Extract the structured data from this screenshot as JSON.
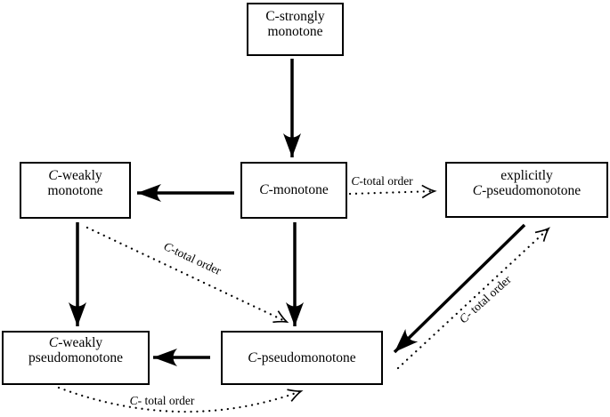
{
  "diagram": {
    "colors": {
      "ink": "#000000",
      "background": "#ffffff"
    },
    "nodes": {
      "strongly": {
        "line1": "C-strongly",
        "line2": "monotone"
      },
      "weakly_mono": {
        "c": "C",
        "rest": "-weakly",
        "line2": "monotone"
      },
      "monotone": {
        "c": "C",
        "rest": "-monotone"
      },
      "explicit": {
        "line1": "explicitly",
        "c": "C",
        "rest": "-pseudomonotone"
      },
      "weakly_pseudo": {
        "c": "C",
        "rest": "-weakly",
        "line2": "pseudomonotone"
      },
      "pseudo": {
        "c": "C",
        "rest": "-pseudomonotone"
      }
    },
    "labels": {
      "l1": {
        "c": "C",
        "rest": "-total order"
      },
      "l2": {
        "c": "C",
        "rest": "-total order"
      },
      "l3": {
        "c": "C",
        "rest": "- total order"
      },
      "l4": {
        "c": "C",
        "rest": "- total order"
      }
    },
    "edges": [
      {
        "from": "C-strongly monotone",
        "to": "C-monotone",
        "style": "solid"
      },
      {
        "from": "C-monotone",
        "to": "C-weakly monotone",
        "style": "solid"
      },
      {
        "from": "C-monotone",
        "to": "explicitly C-pseudomonotone",
        "style": "dotted",
        "label": "C-total order"
      },
      {
        "from": "C-monotone",
        "to": "C-pseudomonotone",
        "style": "solid"
      },
      {
        "from": "C-weakly monotone",
        "to": "C-weakly pseudomonotone",
        "style": "solid"
      },
      {
        "from": "C-weakly monotone",
        "to": "C-pseudomonotone",
        "style": "dotted",
        "label": "C-total order"
      },
      {
        "from": "explicitly C-pseudomonotone",
        "to": "C-pseudomonotone",
        "style": "solid"
      },
      {
        "from": "C-pseudomonotone",
        "to": "explicitly C-pseudomonotone",
        "style": "dotted",
        "label": "C- total order"
      },
      {
        "from": "C-pseudomonotone",
        "to": "C-weakly pseudomonotone",
        "style": "solid"
      },
      {
        "from": "C-weakly pseudomonotone",
        "to": "C-pseudomonotone",
        "style": "dotted",
        "label": "C- total order"
      }
    ]
  }
}
